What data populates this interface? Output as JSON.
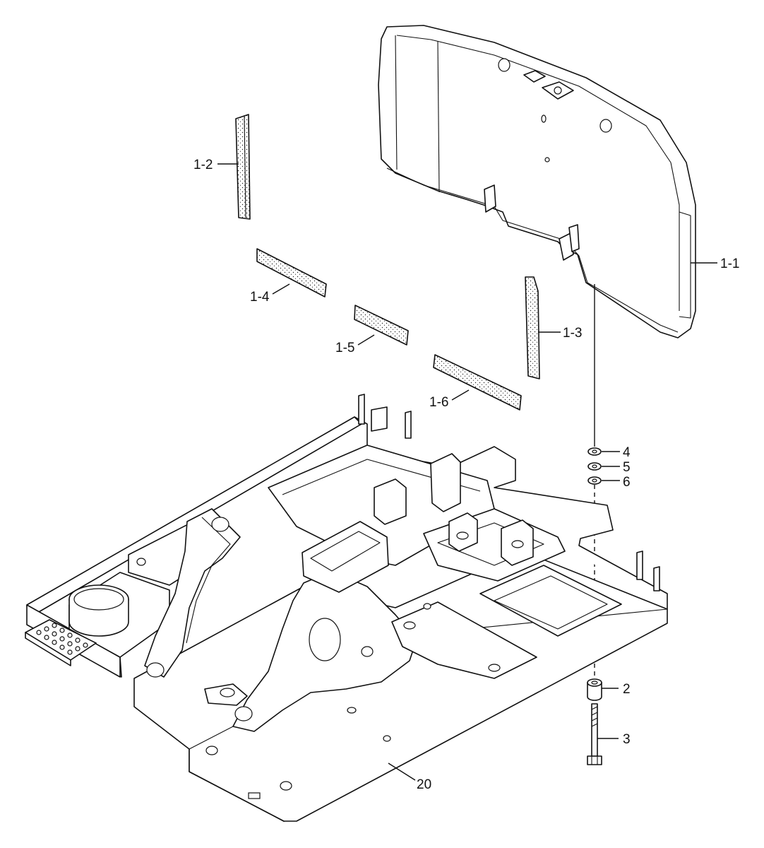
{
  "callouts": {
    "c_1_1": "1-1",
    "c_1_2": "1-2",
    "c_1_3": "1-3",
    "c_1_4": "1-4",
    "c_1_5": "1-5",
    "c_1_6": "1-6",
    "c_2": "2",
    "c_3": "3",
    "c_4": "4",
    "c_5": "5",
    "c_6": "6",
    "c_20": "20"
  }
}
